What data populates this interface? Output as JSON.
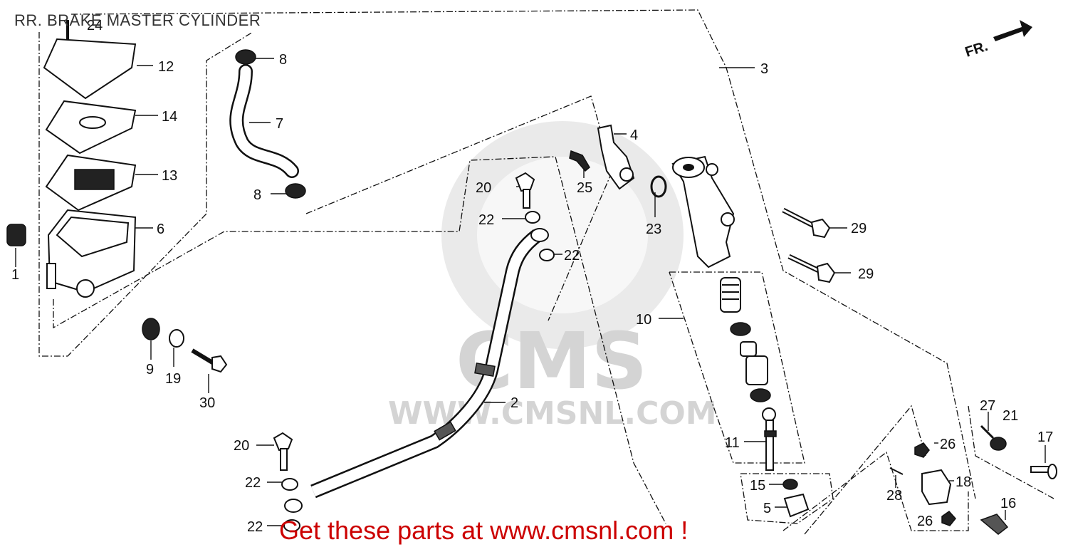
{
  "title": "RR. BRAKE MASTER CYLINDER",
  "footer": "Get these parts at www.cmsnl.com !",
  "watermark": {
    "brand": "CMS",
    "url": "WWW.CMSNL.COM"
  },
  "direction_arrow": "FR.",
  "callouts": {
    "c1": "1",
    "c2": "2",
    "c3": "3",
    "c4": "4",
    "c5": "5",
    "c6": "6",
    "c7": "7",
    "c8a": "8",
    "c8b": "8",
    "c9": "9",
    "c10": "10",
    "c11": "11",
    "c12": "12",
    "c13": "13",
    "c14": "14",
    "c15": "15",
    "c16": "16",
    "c17": "17",
    "c18": "18",
    "c19": "19",
    "c20a": "20",
    "c20b": "20",
    "c21": "21",
    "c22a": "22",
    "c22b": "22",
    "c22c": "22",
    "c22d": "22",
    "c23": "23",
    "c24": "24",
    "c25": "25",
    "c26a": "26",
    "c26b": "26",
    "c27": "27",
    "c28": "28",
    "c29a": "29",
    "c29b": "29",
    "c30": "30"
  },
  "colors": {
    "footer_text": "#cc0000",
    "line_art": "#111111",
    "watermark": "#d4d4d4"
  }
}
